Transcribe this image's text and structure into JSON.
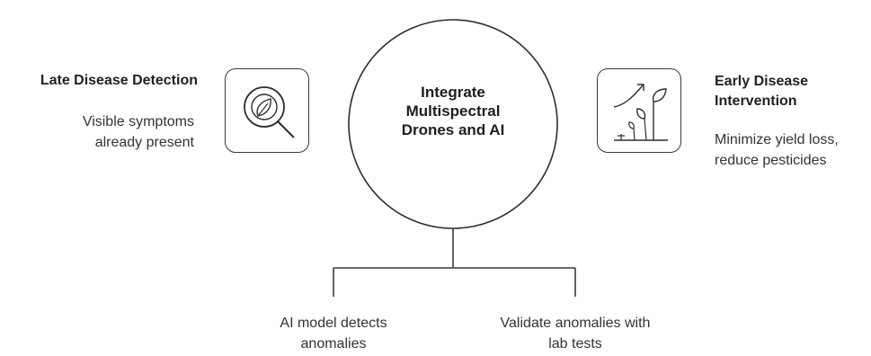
{
  "center": {
    "label": "Integrate\nMultispectral\nDrones and AI"
  },
  "left": {
    "title": "Late Disease Detection",
    "description": "Visible symptoms\nalready present",
    "icon": "magnifier-leaf-icon"
  },
  "right": {
    "title": "Early Disease\nIntervention",
    "description": "Minimize yield loss,\nreduce pesticides",
    "icon": "growing-plants-icon"
  },
  "branches": [
    {
      "label": "AI model detects\nanomalies"
    },
    {
      "label": "Validate anomalies with\nlab tests"
    }
  ]
}
